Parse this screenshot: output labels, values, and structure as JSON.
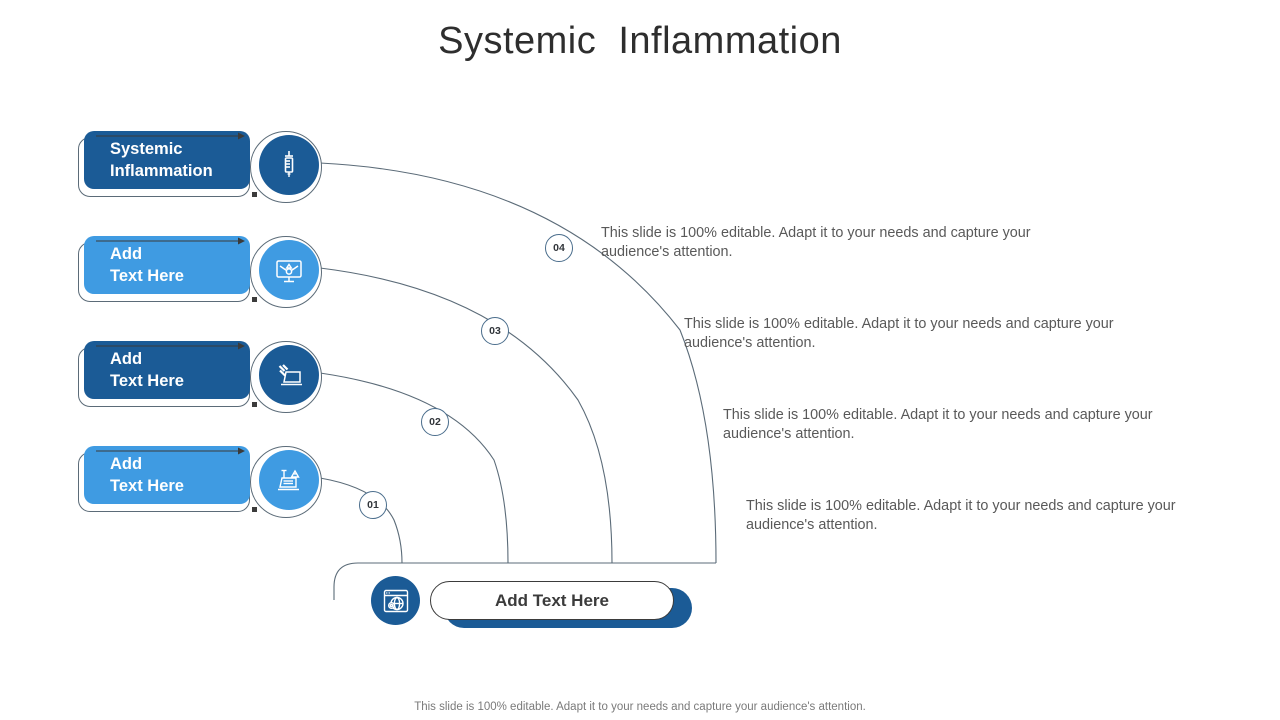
{
  "slide": {
    "title": "Systemic  Inflammation",
    "background": "#ffffff",
    "colors": {
      "dark_blue": "#1b5b96",
      "light_blue": "#3f9be2",
      "title_text": "#2e2e2e",
      "body_text": "#595959",
      "outline": "#5b6b78",
      "footer_text": "#7a7a7a"
    }
  },
  "steps": [
    {
      "number": "04",
      "line1": "Systemic",
      "line2": "Inflammation",
      "tone": "dark",
      "icon": "syringe-icon",
      "description": "This slide is 100% editable. Adapt it to your needs and capture your audience's attention."
    },
    {
      "number": "03",
      "line1": "Add",
      "line2": "Text Here",
      "tone": "light",
      "icon": "monitor-network-icon",
      "description": "This slide is 100% editable. Adapt it to your needs and capture your audience's attention."
    },
    {
      "number": "02",
      "line1": "Add",
      "line2": "Text Here",
      "tone": "dark",
      "icon": "laptop-satellite-icon",
      "description": "This slide is 100% editable. Adapt it to your needs and capture your audience's attention."
    },
    {
      "number": "01",
      "line1": "Add",
      "line2": "Text Here",
      "tone": "light",
      "icon": "laptop-alert-icon",
      "description": "This slide is 100% editable. Adapt it to your needs and capture your audience's attention."
    }
  ],
  "bottom": {
    "label": "Add Text Here",
    "icon": "browser-globe-gear-icon"
  },
  "footer": {
    "note": "This slide is 100% editable. Adapt it to your needs and capture your audience's attention."
  }
}
